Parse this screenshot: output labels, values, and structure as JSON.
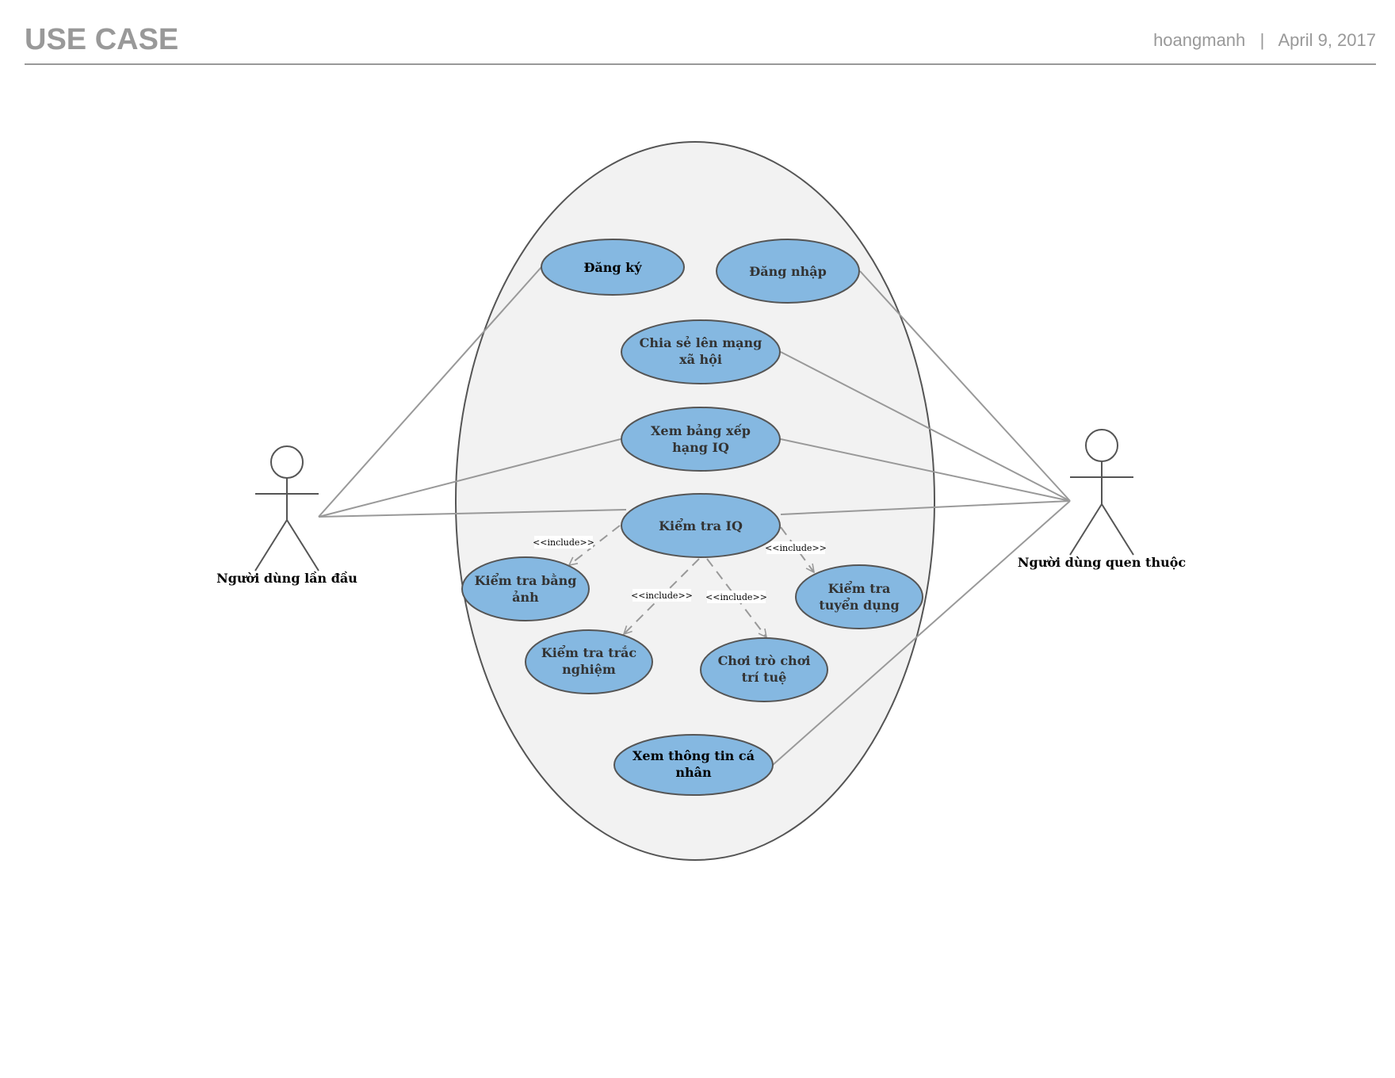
{
  "header": {
    "title": "USE CASE",
    "author": "hoangmanh",
    "separator": "|",
    "date": "April 9, 2017"
  },
  "colors": {
    "use_case_fill": "#85b8e1",
    "system_fill": "#f2f2f2",
    "line": "#999999",
    "header_text": "#999999"
  },
  "actors": {
    "first_time_user": "Người dùng lần đầu",
    "familiar_user": "Người dùng quen thuộc"
  },
  "use_cases": {
    "register": "Đăng ký",
    "login": "Đăng nhập",
    "share_line1": "Chia sẻ lên mạng",
    "share_line2": "xã hội",
    "ranking_line1": "Xem bảng xếp",
    "ranking_line2": "hạng IQ",
    "iq_test": "Kiểm tra IQ",
    "image_test_line1": "Kiểm tra bằng",
    "image_test_line2": "ảnh",
    "recruit_test_line1": "Kiểm tra",
    "recruit_test_line2": "tuyển dụng",
    "quiz_test_line1": "Kiểm tra trắc",
    "quiz_test_line2": "nghiệm",
    "brain_game_line1": "Chơi trò chơi",
    "brain_game_line2": "trí tuệ",
    "profile_line1": "Xem thông tin cá",
    "profile_line2": "nhân"
  },
  "include_label": "<<include>>"
}
